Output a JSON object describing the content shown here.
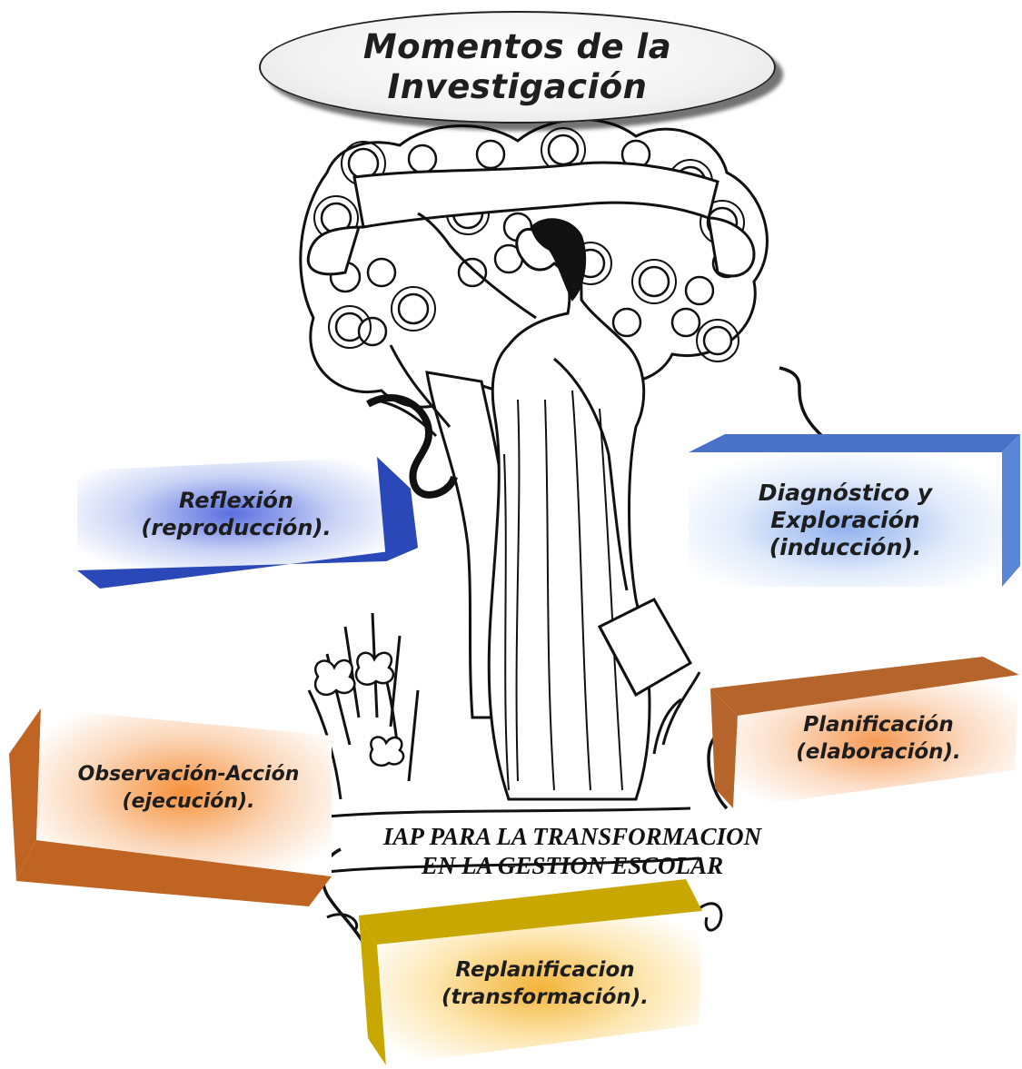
{
  "title": {
    "line1": "Momentos de la",
    "line2": "Investigación"
  },
  "boxes": {
    "reflexion": {
      "line1": "Reflexión",
      "line2": "(reproducción)."
    },
    "diagnostico": {
      "line1": "Diagnóstico y",
      "line2": "Exploración",
      "line3": "(inducción)."
    },
    "planificacion": {
      "line1": "Planificación",
      "line2": "(elaboración)."
    },
    "observacion": {
      "line1": "Observación-Acción",
      "line2": "(ejecución)."
    },
    "replanificacion": {
      "line1": "Replanificacion",
      "line2": "(transformación)."
    }
  },
  "overlay": {
    "line1": "IAP PARA LA TRANSFORMACION",
    "line2": "EN LA GESTION ESCOLAR"
  },
  "colors": {
    "blue_dark": "#2a48b8",
    "blue_light": "#5a86d6",
    "orange": "#c46a26",
    "gold": "#c8a800",
    "ink": "#111111"
  }
}
